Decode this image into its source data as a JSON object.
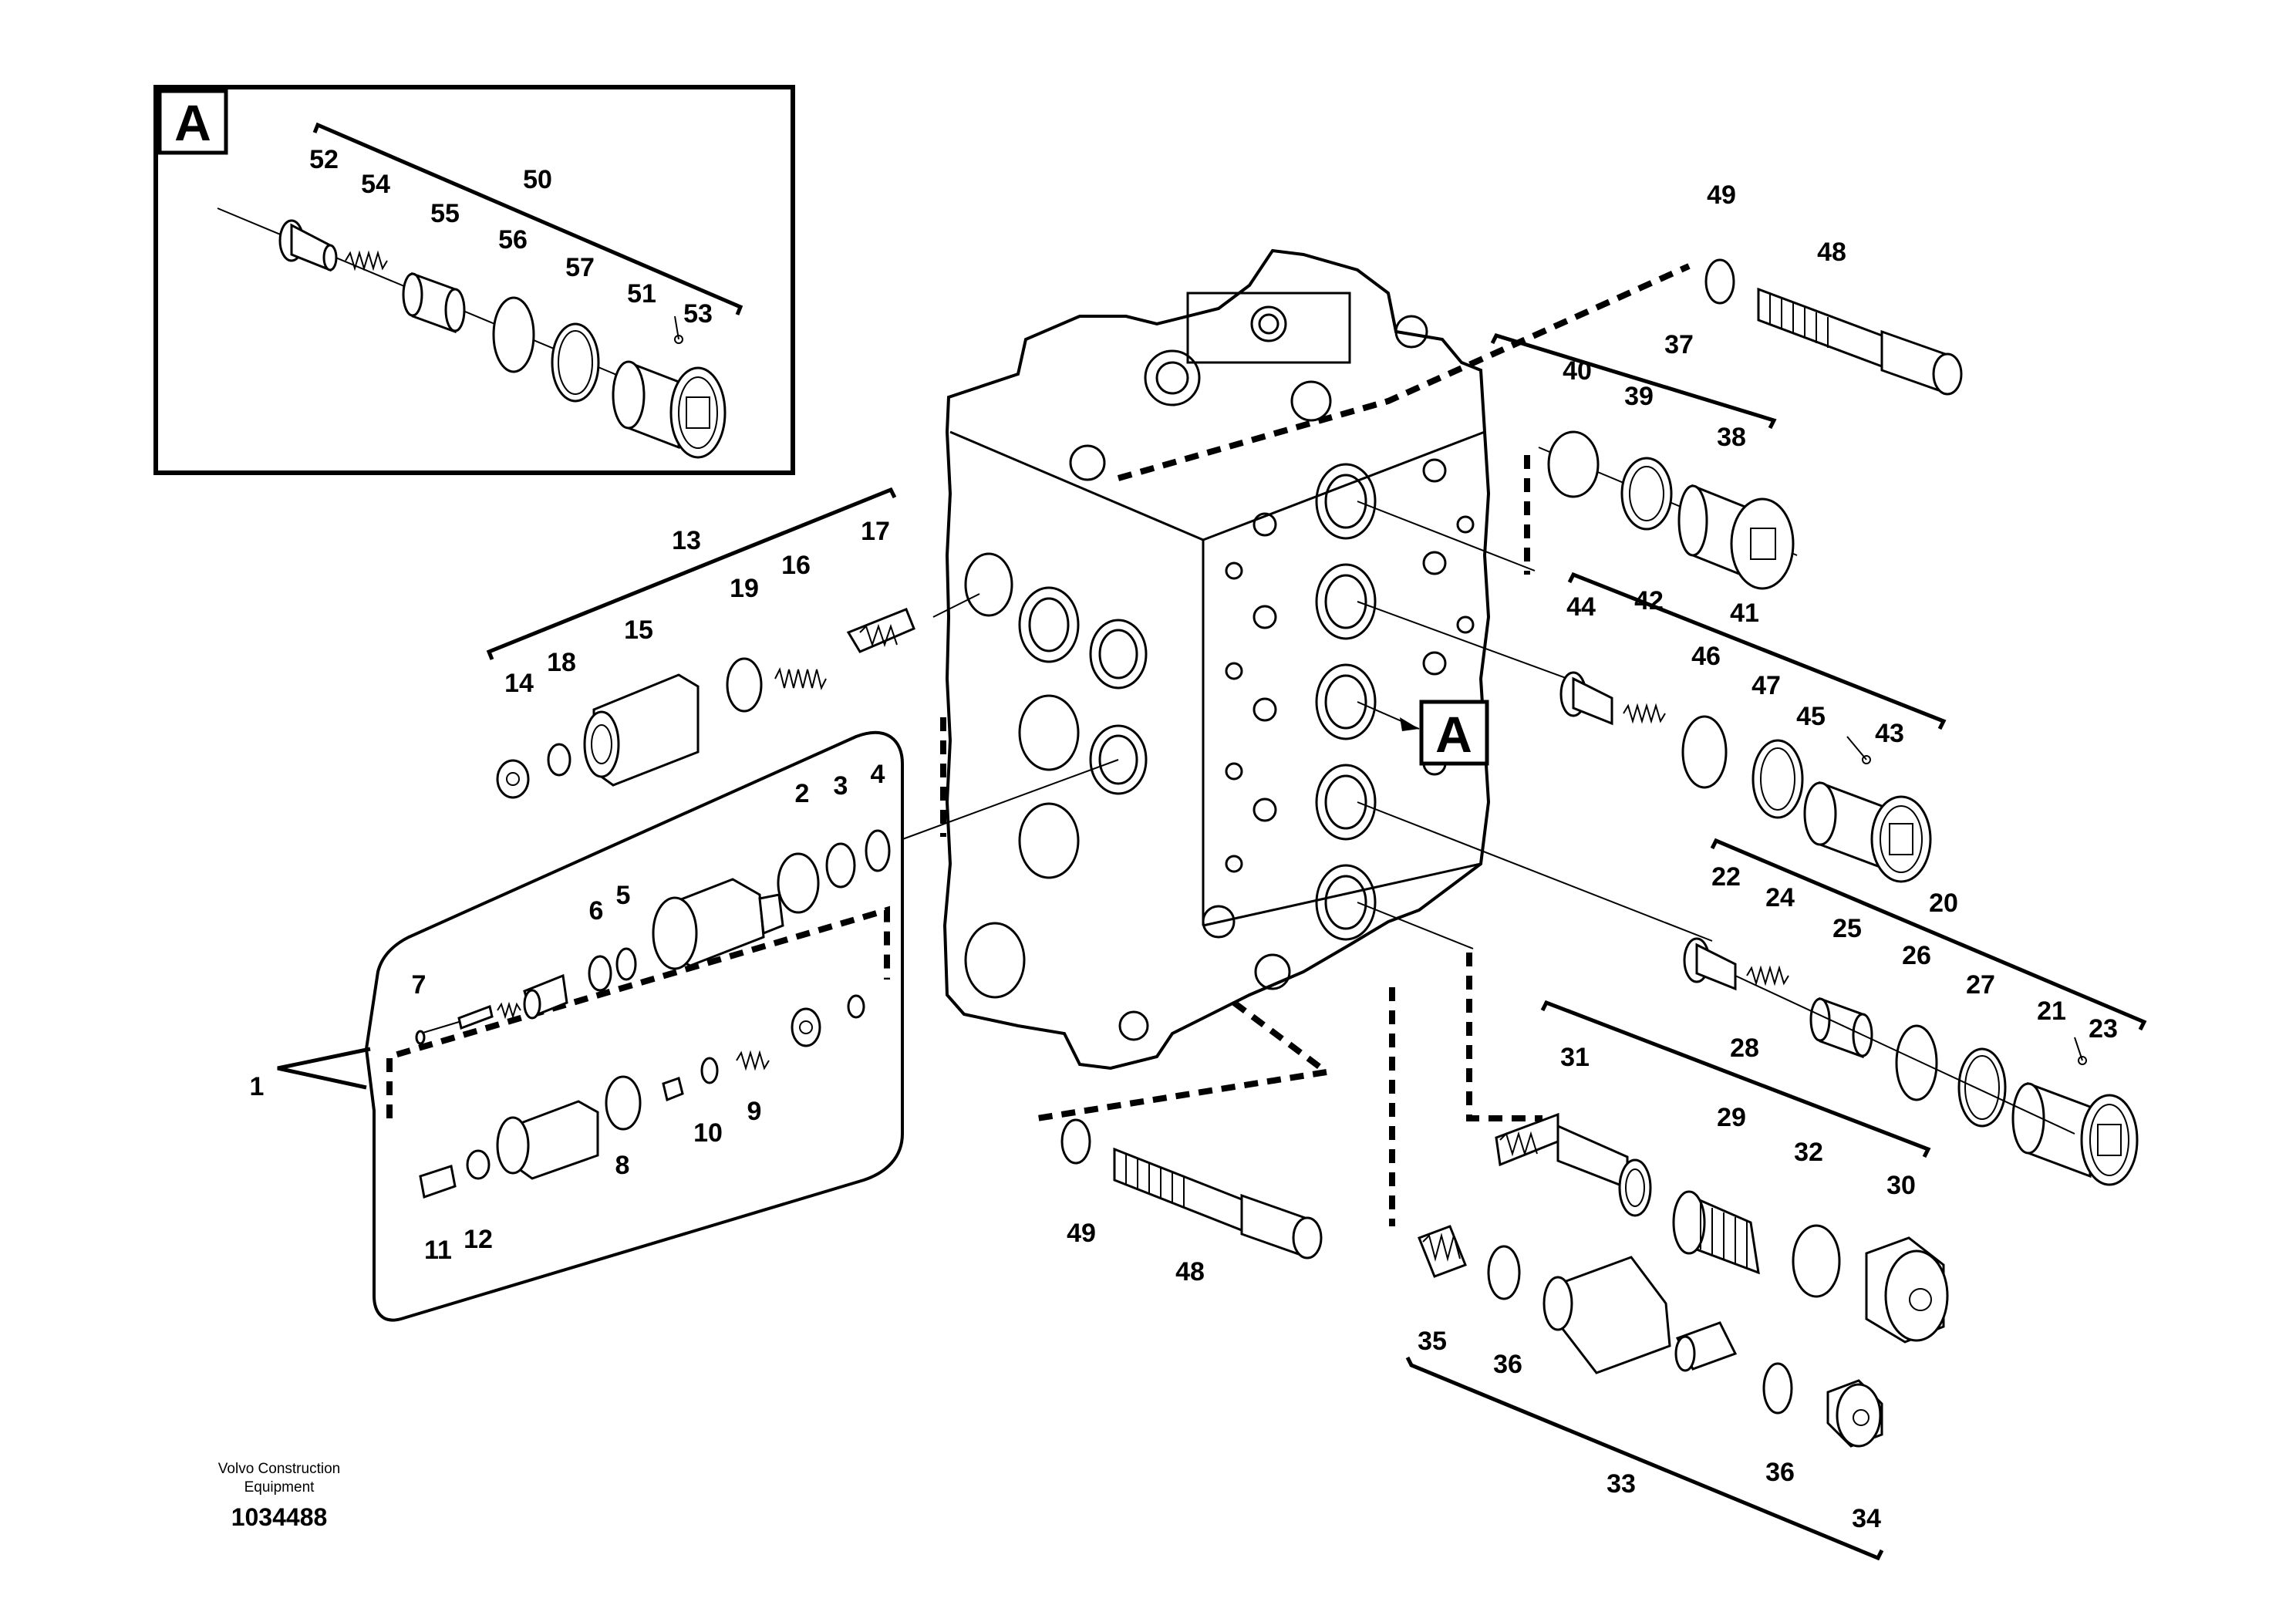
{
  "diagram": {
    "detail_letter": "A",
    "callout_letter": "A",
    "labels": {
      "l1": "1",
      "l2": "2",
      "l3": "3",
      "l4": "4",
      "l5": "5",
      "l6": "6",
      "l7": "7",
      "l8": "8",
      "l9": "9",
      "l10": "10",
      "l11": "11",
      "l12": "12",
      "l13": "13",
      "l14": "14",
      "l15": "15",
      "l16": "16",
      "l17": "17",
      "l18": "18",
      "l19": "19",
      "l20": "20",
      "l21": "21",
      "l22": "22",
      "l23": "23",
      "l24": "24",
      "l25": "25",
      "l26": "26",
      "l27": "27",
      "l28": "28",
      "l29": "29",
      "l30": "30",
      "l31": "31",
      "l32": "32",
      "l33": "33",
      "l34": "34",
      "l35": "35",
      "l36": "36",
      "l37": "37",
      "l38": "38",
      "l39": "39",
      "l40": "40",
      "l41": "41",
      "l42": "42",
      "l43": "43",
      "l44": "44",
      "l45": "45",
      "l46": "46",
      "l47": "47",
      "l48": "48",
      "l49": "49",
      "l50": "50",
      "l51": "51",
      "l52": "52",
      "l53": "53",
      "l54": "54",
      "l55": "55",
      "l56": "56",
      "l57": "57"
    }
  },
  "footer": {
    "company_line1": "Volvo Construction",
    "company_line2": "Equipment",
    "drawing_number": "1034488"
  }
}
